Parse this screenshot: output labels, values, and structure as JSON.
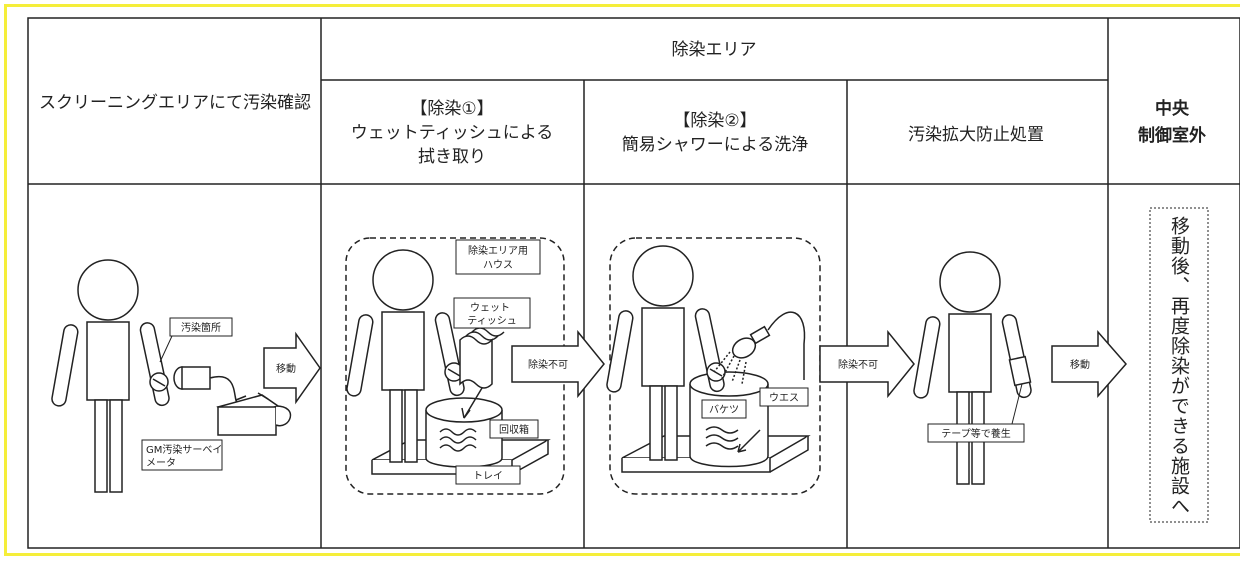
{
  "header": {
    "col1": "スクリーニングエリアにて汚染確認",
    "decon_area": "除染エリア",
    "step1_title": "【除染①】",
    "step1_line1": "ウェットティッシュによる",
    "step1_line2": "拭き取り",
    "step2_title": "【除染②】",
    "step2_line1": "簡易シャワーによる洗浄",
    "step3": "汚染拡大防止処置",
    "outside_line1": "中央",
    "outside_line2": "制御室外"
  },
  "labels": {
    "contamination_spot": "汚染箇所",
    "gm_meter_line1": "GM汚染サーベイ",
    "gm_meter_line2": "メータ",
    "house_line1": "除染エリア用",
    "house_line2": "ハウス",
    "wet_tissue_line1": "ウェット",
    "wet_tissue_line2": "ティッシュ",
    "collection_box": "回収箱",
    "tray": "トレイ",
    "bucket": "バケツ",
    "waste": "ウエス",
    "tape_cover": "テープ等で養生",
    "vertical_note": "移動後、再度除染ができる施設へ"
  },
  "arrows": {
    "move1": "移動",
    "cannot1": "除染不可",
    "cannot2": "除染不可",
    "move2": "移動"
  },
  "colors": {
    "frame": "#f5ee3a",
    "line": "#222222"
  }
}
